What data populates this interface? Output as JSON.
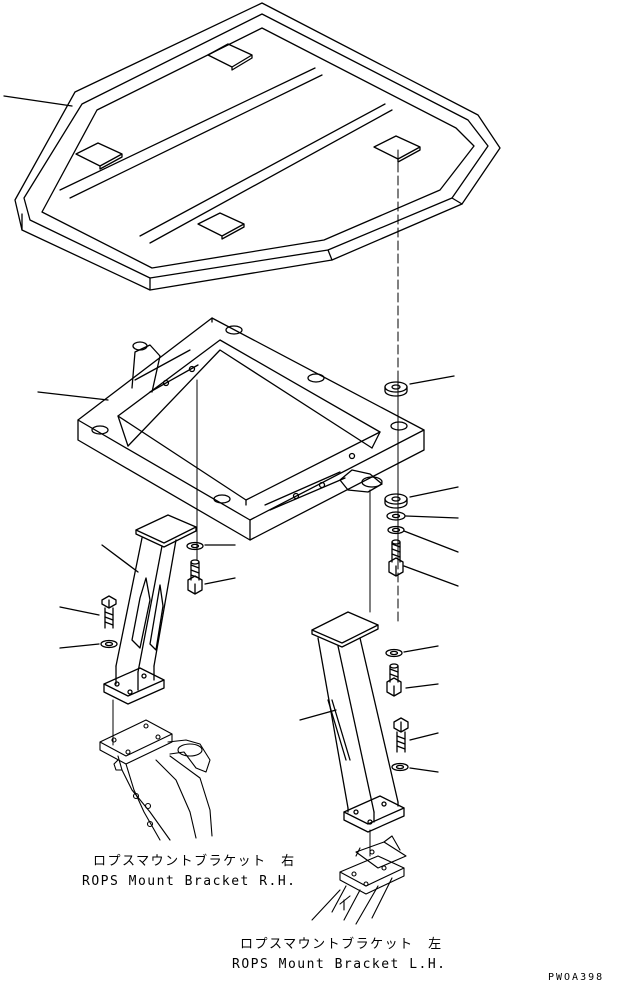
{
  "labels": {
    "rh_jp": "ロプスマウントブラケット　右",
    "rh_en": "ROPS Mount Bracket R.H.",
    "lh_jp": "ロプスマウントブラケット　左",
    "lh_en": "ROPS Mount Bracket L.H.",
    "drawing_code": "PWOA398"
  },
  "colors": {
    "line": "#000000",
    "background": "#ffffff"
  }
}
